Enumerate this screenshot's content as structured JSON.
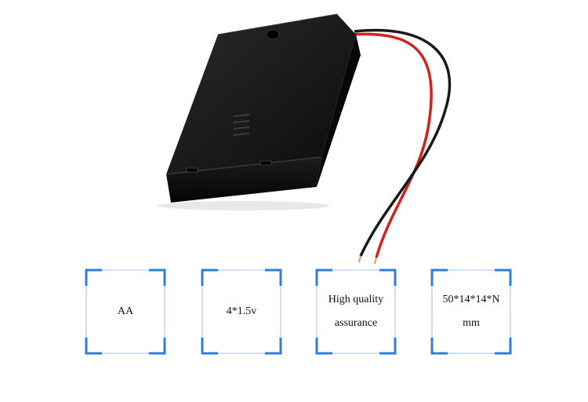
{
  "features": [
    {
      "lines": [
        "AA"
      ]
    },
    {
      "lines": [
        "4*1.5v"
      ]
    },
    {
      "lines": [
        "High quality",
        "assurance"
      ]
    },
    {
      "lines": [
        "50*14*14*N",
        "mm"
      ]
    }
  ],
  "colors": {
    "frame_accent": "#2f7fd8",
    "frame_light": "#bfd6f2",
    "case_body": "#111111",
    "wire_red": "#d42020",
    "wire_black": "#1a1a1a"
  }
}
